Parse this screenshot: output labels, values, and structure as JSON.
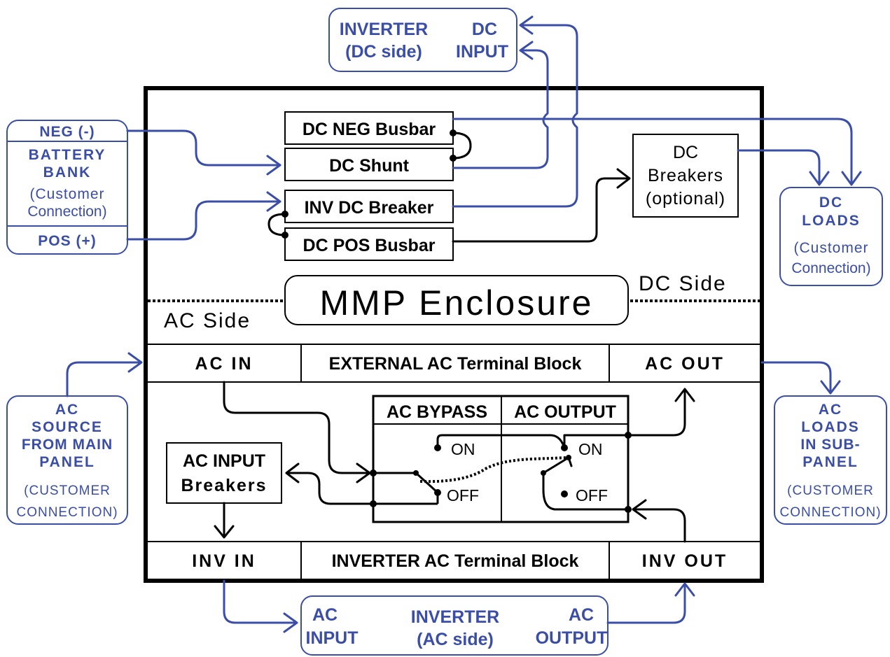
{
  "colors": {
    "customer_blue": "#3a4ea8",
    "wire_black": "#000000",
    "background": "#ffffff"
  },
  "enclosure": {
    "title": "MMP Enclosure",
    "dc_side_label": "DC Side",
    "ac_side_label": "AC Side"
  },
  "dc": {
    "neg_busbar": "DC NEG Busbar",
    "shunt": "DC Shunt",
    "inv_dc_breaker": "INV DC Breaker",
    "pos_busbar": "DC POS Busbar",
    "dc_breakers": [
      "DC",
      "Breakers",
      "(optional)"
    ]
  },
  "battery": {
    "neg": "NEG (-)",
    "title_lines": [
      "BATTERY",
      "BANK"
    ],
    "sub_lines": [
      "(Customer",
      "Connection)"
    ],
    "pos": "POS (+)"
  },
  "inverter_dc": {
    "left_lines": [
      "INVERTER",
      "(DC side)"
    ],
    "right_lines": [
      "DC",
      "INPUT"
    ]
  },
  "dc_loads": {
    "title_lines": [
      "DC",
      "LOADS"
    ],
    "sub_lines": [
      "(Customer",
      "Connection)"
    ]
  },
  "ext_terminal": {
    "left": "AC IN",
    "center": "EXTERNAL AC Terminal Block",
    "right": "AC OUT"
  },
  "inv_terminal": {
    "left": "INV IN",
    "center": "INVERTER AC Terminal Block",
    "right": "INV OUT"
  },
  "ac_input_breakers": [
    "AC INPUT",
    "Breakers"
  ],
  "switch": {
    "bypass_header": "AC BYPASS",
    "output_header": "AC OUTPUT",
    "on": "ON",
    "off": "OFF"
  },
  "ac_source": {
    "title_lines": [
      "AC",
      "SOURCE",
      "FROM MAIN",
      "PANEL"
    ],
    "sub_lines": [
      "(CUSTOMER",
      "CONNECTION)"
    ]
  },
  "ac_loads": {
    "title_lines": [
      "AC",
      "LOADS",
      "IN SUB-",
      "PANEL"
    ],
    "sub_lines": [
      "(CUSTOMER",
      "CONNECTION)"
    ]
  },
  "inverter_ac": {
    "left_lines": [
      "AC",
      "INPUT"
    ],
    "center_lines": [
      "INVERTER",
      "(AC side)"
    ],
    "right_lines": [
      "AC",
      "OUTPUT"
    ]
  }
}
